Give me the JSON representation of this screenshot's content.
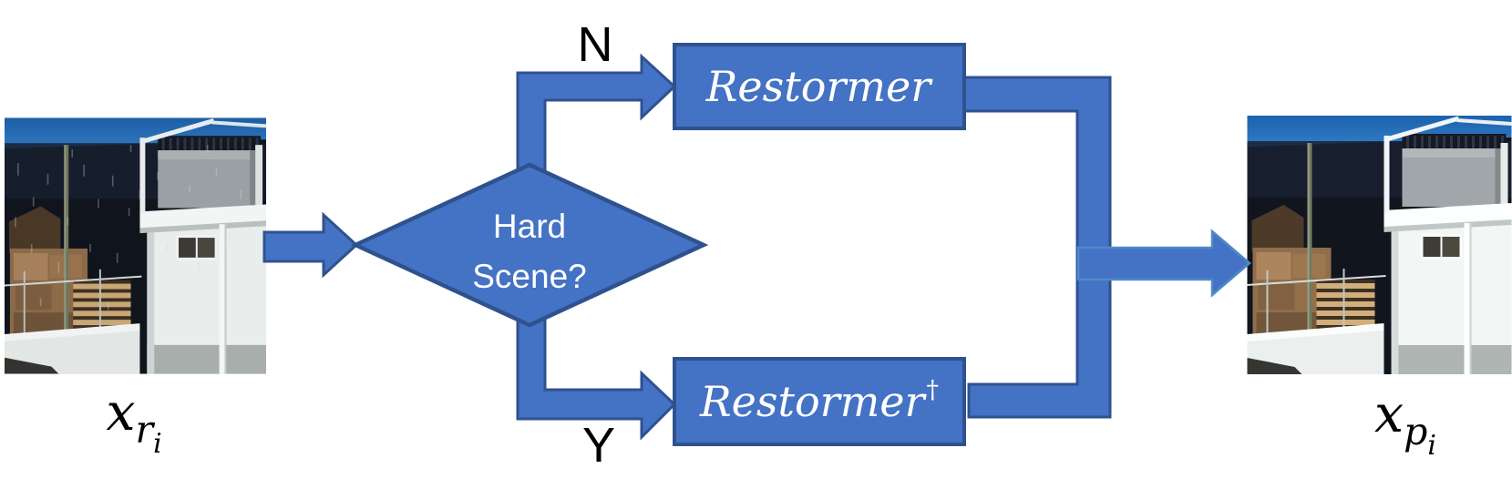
{
  "diagram": {
    "input": {
      "label_base": "x",
      "label_sub": "r",
      "label_subsub": "i"
    },
    "output": {
      "label_base": "x",
      "label_sub": "p",
      "label_subsub": "i"
    },
    "decision": {
      "text_line1": "Hard",
      "text_line2": "Scene?"
    },
    "branches": {
      "no_label": "N",
      "yes_label": "Y"
    },
    "processors": {
      "default": {
        "name": "Restormer",
        "superscript": ""
      },
      "hard": {
        "name": "Restormer",
        "superscript": "†"
      }
    },
    "colors": {
      "shape_fill": "#4472C4",
      "shape_border": "#2F528F",
      "output_arrow_border": "#4F8AC9",
      "shape_text": "#FFFFFF",
      "label_text": "#000000"
    }
  }
}
